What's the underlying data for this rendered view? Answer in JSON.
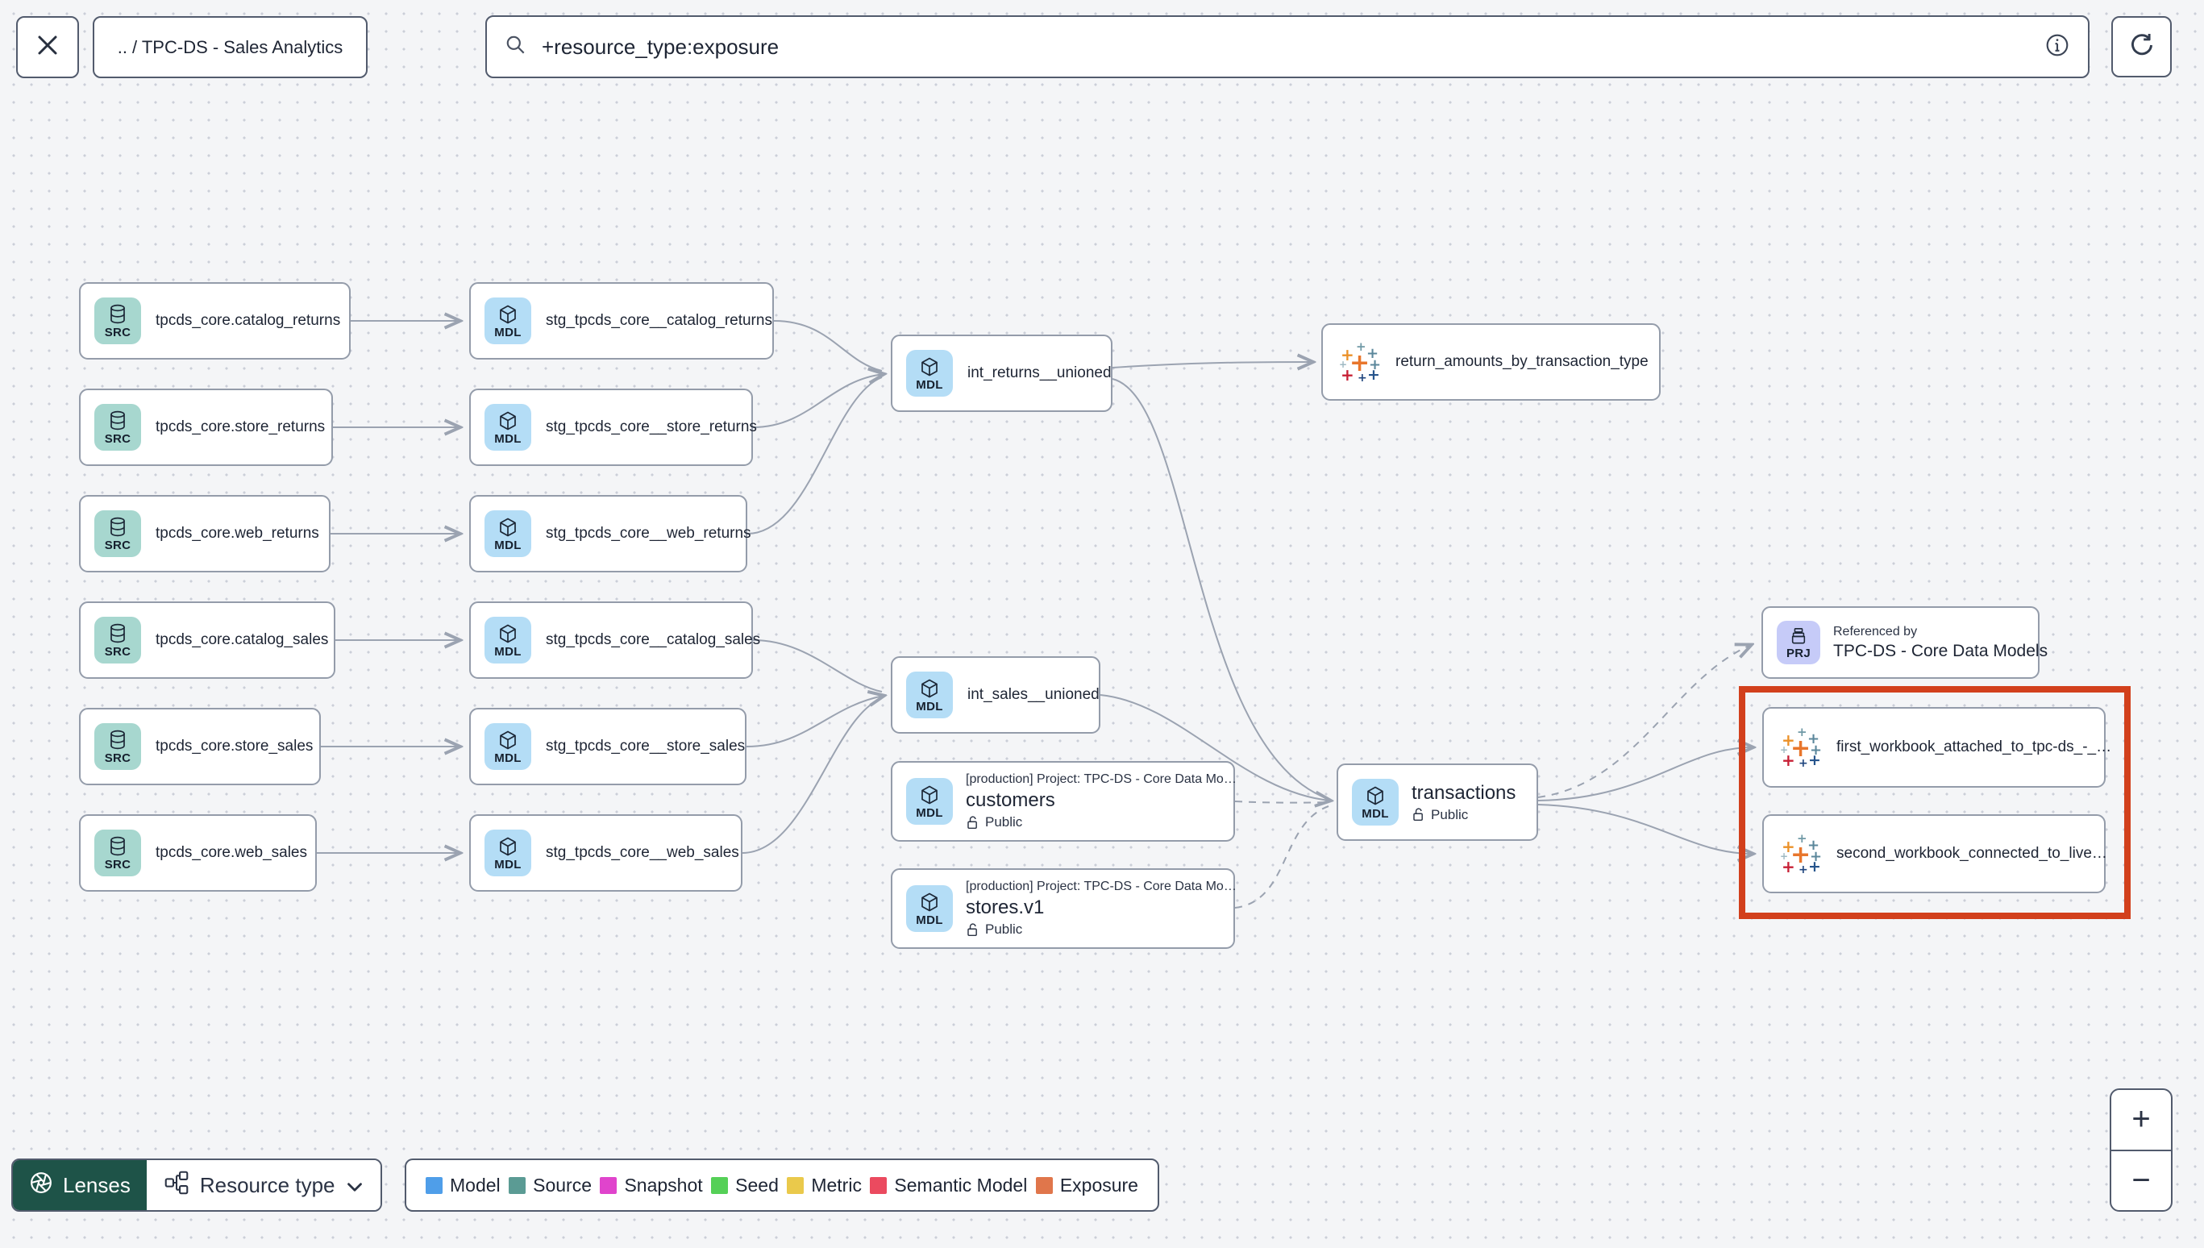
{
  "toolbar": {
    "breadcrumb": ".. / TPC-DS - Sales Analytics",
    "search_value": "+resource_type:exposure"
  },
  "graph": {
    "sources": [
      {
        "badge": "SRC",
        "label": "tpcds_core.catalog_returns"
      },
      {
        "badge": "SRC",
        "label": "tpcds_core.store_returns"
      },
      {
        "badge": "SRC",
        "label": "tpcds_core.web_returns"
      },
      {
        "badge": "SRC",
        "label": "tpcds_core.catalog_sales"
      },
      {
        "badge": "SRC",
        "label": "tpcds_core.store_sales"
      },
      {
        "badge": "SRC",
        "label": "tpcds_core.web_sales"
      }
    ],
    "staging": [
      {
        "badge": "MDL",
        "label": "stg_tpcds_core__catalog_returns"
      },
      {
        "badge": "MDL",
        "label": "stg_tpcds_core__store_returns"
      },
      {
        "badge": "MDL",
        "label": "stg_tpcds_core__web_returns"
      },
      {
        "badge": "MDL",
        "label": "stg_tpcds_core__catalog_sales"
      },
      {
        "badge": "MDL",
        "label": "stg_tpcds_core__store_sales"
      },
      {
        "badge": "MDL",
        "label": "stg_tpcds_core__web_sales"
      }
    ],
    "int_returns": {
      "badge": "MDL",
      "label": "int_returns__unioned"
    },
    "int_sales": {
      "badge": "MDL",
      "label": "int_sales__unioned"
    },
    "customers": {
      "badge": "MDL",
      "project": "[production] Project: TPC-DS - Core Data Mo…",
      "label": "customers",
      "access": "Public"
    },
    "stores": {
      "badge": "MDL",
      "project": "[production] Project: TPC-DS - Core Data Mo…",
      "label": "stores.v1",
      "access": "Public"
    },
    "transactions": {
      "badge": "MDL",
      "label": "transactions",
      "access": "Public"
    },
    "referenced_by": {
      "badge": "PRJ",
      "title": "Referenced by",
      "label": "TPC-DS - Core Data Models"
    },
    "exposure_returns": {
      "label": "return_amounts_by_transaction_type"
    },
    "workbook_first": {
      "label": "first_workbook_attached_to_tpc-ds_-_…"
    },
    "workbook_second": {
      "label": "second_workbook_connected_to_live…"
    }
  },
  "footer": {
    "lenses_label": "Lenses",
    "resource_type_label": "Resource type",
    "legend": [
      {
        "label": "Model",
        "color": "#4f9ee9"
      },
      {
        "label": "Source",
        "color": "#5b9b94"
      },
      {
        "label": "Snapshot",
        "color": "#e044cc"
      },
      {
        "label": "Seed",
        "color": "#55d057"
      },
      {
        "label": "Metric",
        "color": "#eac94b"
      },
      {
        "label": "Semantic Model",
        "color": "#eb4a5f"
      },
      {
        "label": "Exposure",
        "color": "#e0764b"
      }
    ]
  },
  "zoom_controls": {
    "zoom_in": "+",
    "zoom_out": "−"
  }
}
